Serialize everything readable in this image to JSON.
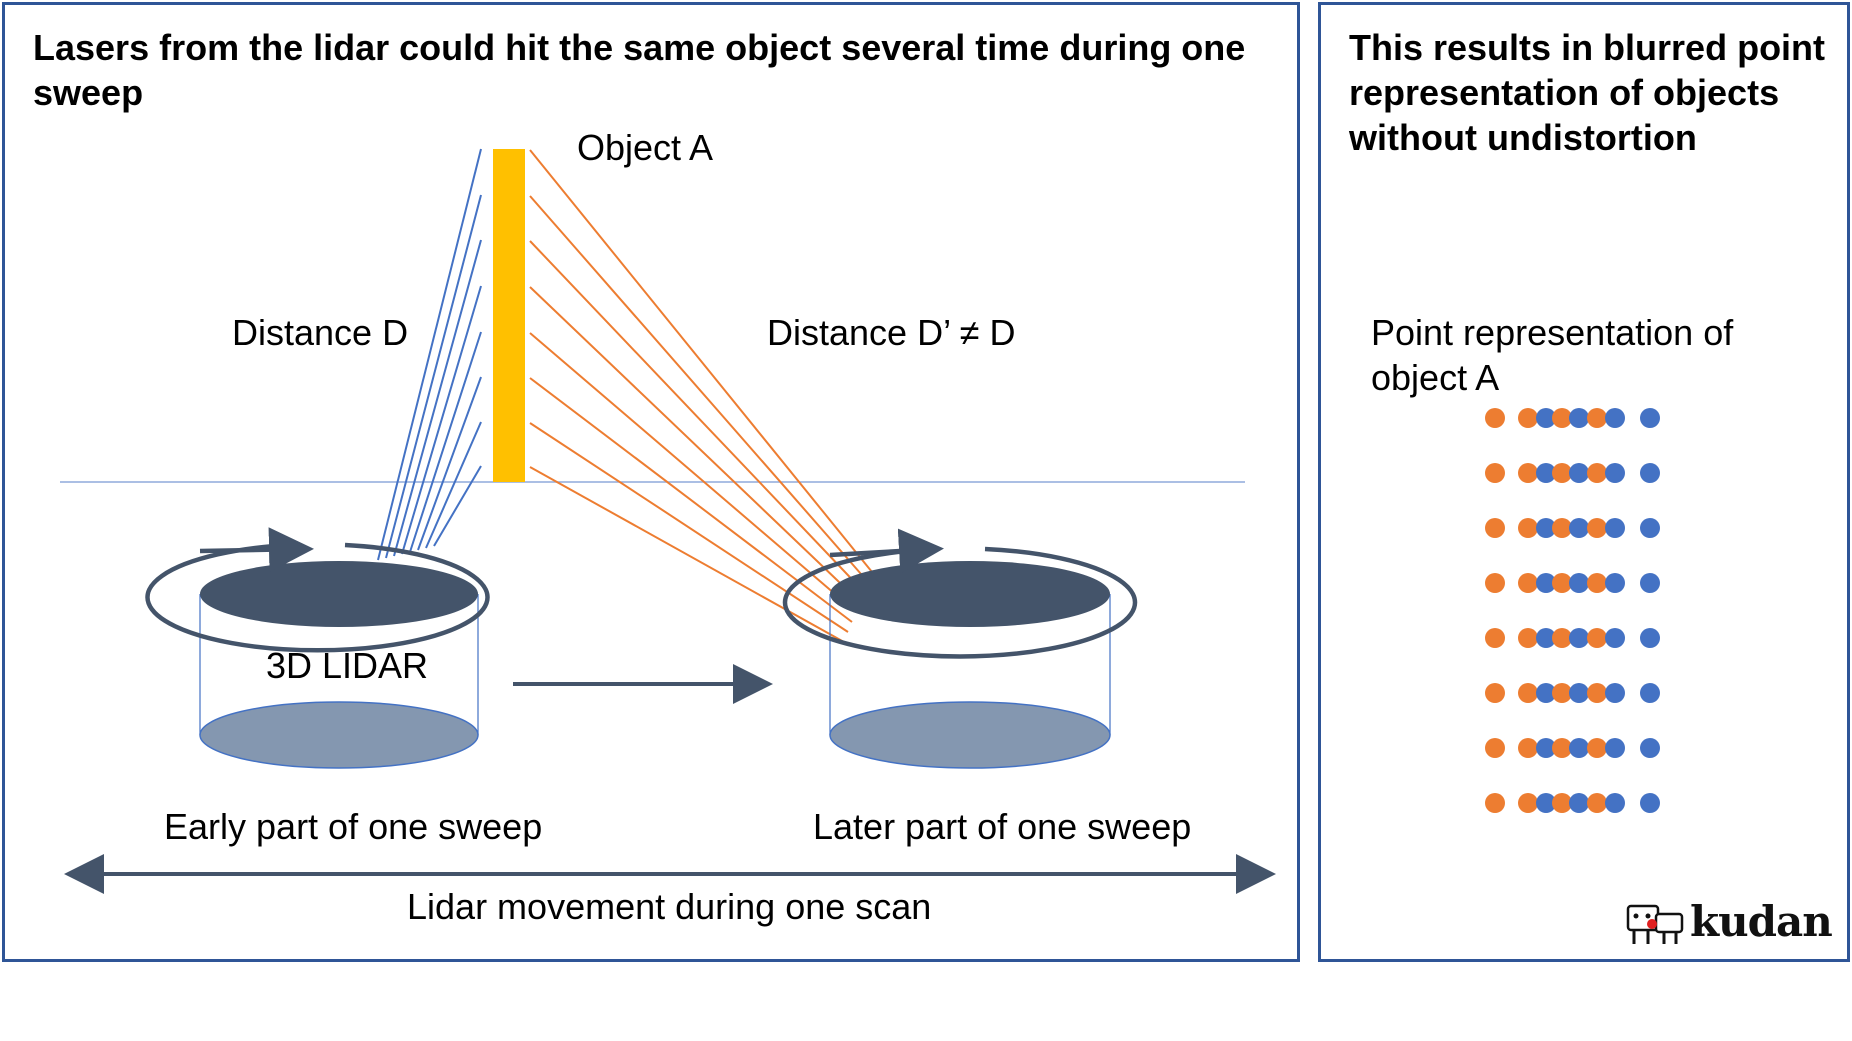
{
  "left_panel": {
    "heading": "Lasers from the lidar could hit the same object several time during one sweep",
    "object_label": "Object A",
    "distance_left": "Distance D",
    "distance_right": "Distance D’ ≠ D",
    "lidar_label": "3D LIDAR",
    "caption_left": "Early part of one sweep",
    "caption_right": "Later part of one sweep",
    "movement_label": "Lidar movement during one scan"
  },
  "right_panel": {
    "heading": "This results in blurred point representation of objects without undistortion",
    "point_caption": "Point representation of object A",
    "point_rows": 8
  },
  "logo": {
    "text": "kudan"
  },
  "colors": {
    "border": "#2f5597",
    "laser_early": "#4472c4",
    "laser_late": "#ed7d31",
    "object": "#ffc000",
    "lidar_top": "#44546a",
    "lidar_bottom": "#8497b0",
    "arrow": "#44546a",
    "dot_orange": "#ed7d31",
    "dot_blue": "#4472c4"
  }
}
